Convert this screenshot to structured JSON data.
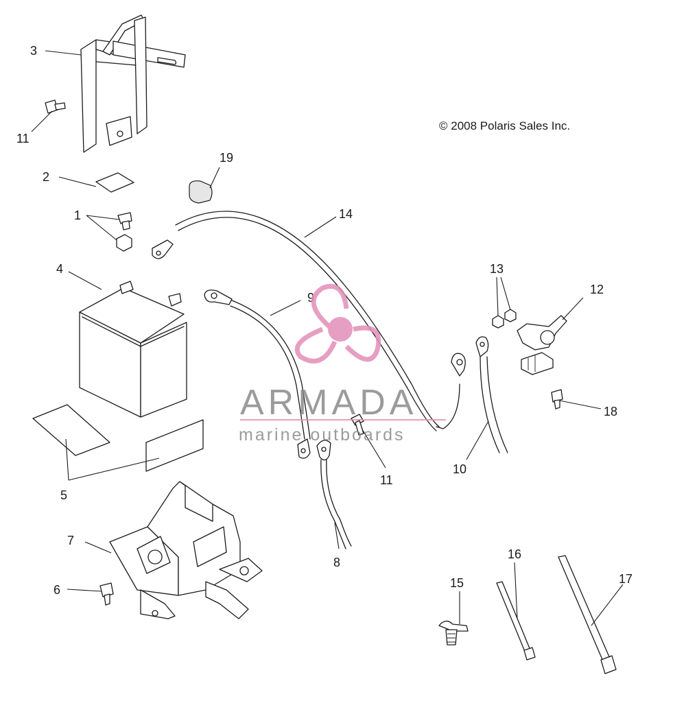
{
  "copyright": "© 2008 Polaris Sales Inc.",
  "watermark": {
    "brand": "ARMADA",
    "tagline": "marine outboards",
    "accent_color": "#e28fb8",
    "text_color": "#8a8a8a"
  },
  "callouts": {
    "c1": "1",
    "c2": "2",
    "c3": "3",
    "c4": "4",
    "c5": "5",
    "c6": "6",
    "c7": "7",
    "c8": "8",
    "c9": "9",
    "c10": "10",
    "c11a": "11",
    "c11b": "11",
    "c12": "12",
    "c13": "13",
    "c14": "14",
    "c15": "15",
    "c16": "16",
    "c17": "17",
    "c18": "18",
    "c19": "19"
  }
}
